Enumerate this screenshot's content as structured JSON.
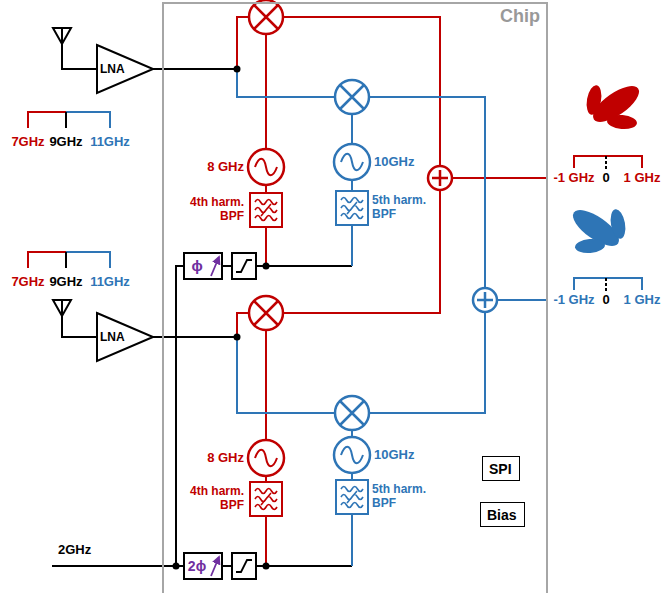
{
  "diagram": {
    "nodes": [
      {
        "text": [
          "Chip"
        ]
      },
      {
        "text": [
          "LNA"
        ]
      },
      {
        "text": [
          "LNA"
        ]
      },
      {
        "text": [
          "SPI"
        ],
        "in": 0
      },
      {
        "text": [
          "Bias"
        ],
        "in": 0
      }
    ],
    "labels": [
      "7GHz",
      "9GHz",
      "11GHz",
      "8 GHz",
      "10GHz",
      "4th harm. BPF",
      "5th harm. BPF",
      "ϕ",
      "-1 GHz",
      "0",
      "1 GHz",
      "-1 GHz",
      "0",
      "1 GHz",
      "7GHz",
      "9GHz",
      "11GHz",
      "8 GHz",
      "10GHz",
      "4th harm. BPF",
      "5th harm. BPF",
      "2ϕ",
      "2GHz"
    ]
  }
}
